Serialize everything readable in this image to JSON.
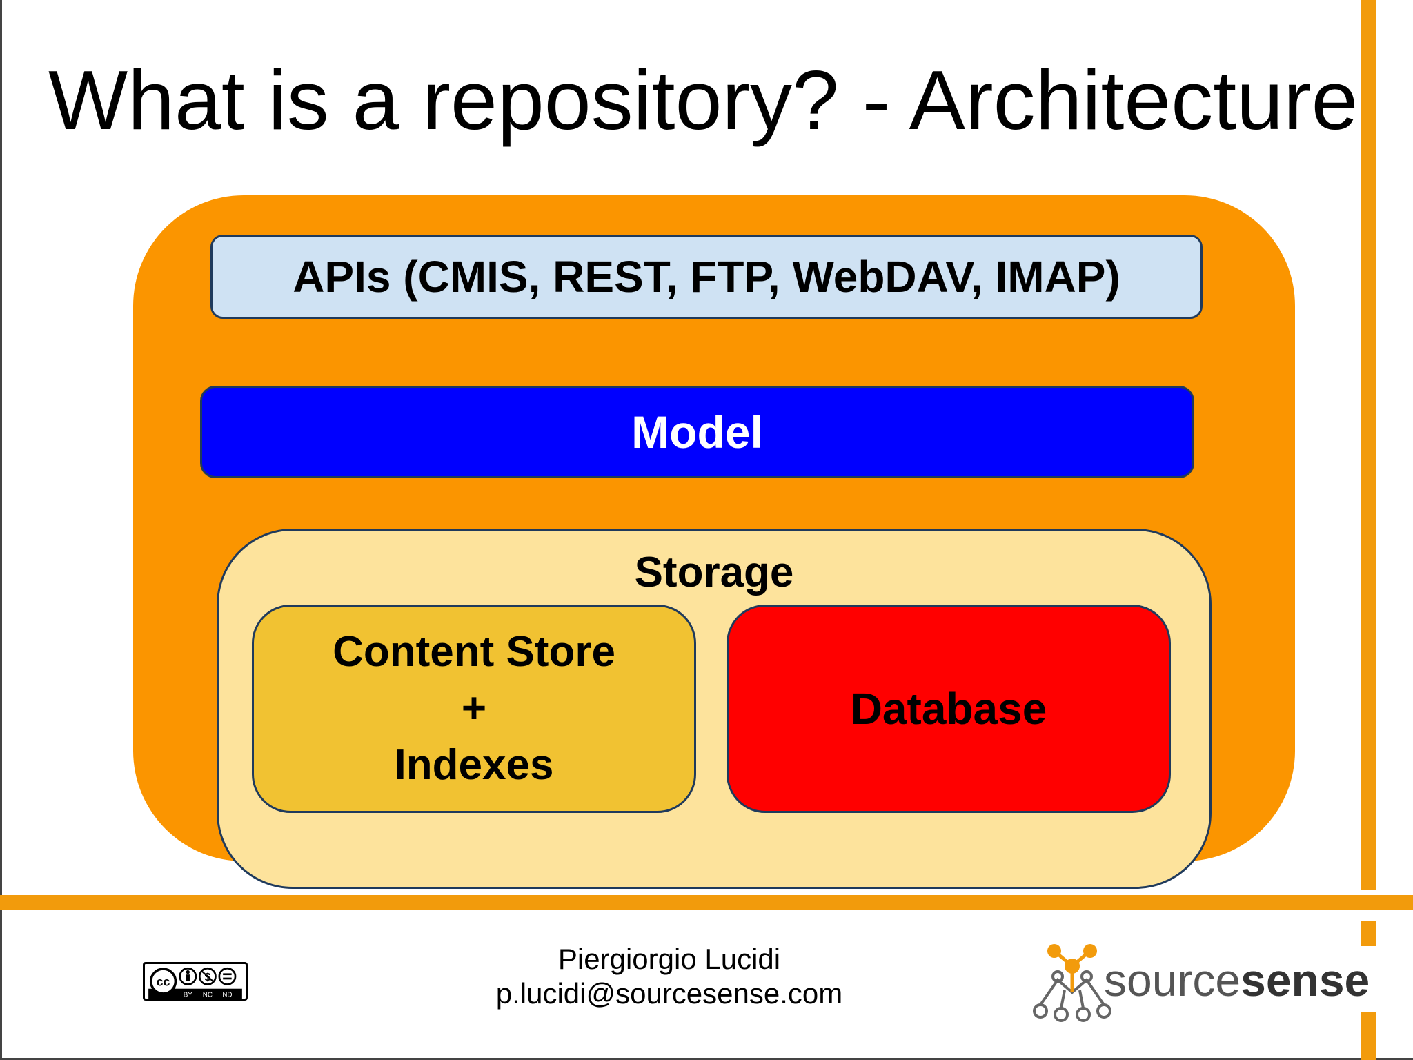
{
  "slide": {
    "title": "What is a repository? - Architecture"
  },
  "diagram": {
    "apis_label": "APIs (CMIS, REST, FTP, WebDAV, IMAP)",
    "model_label": "Model",
    "storage_label": "Storage",
    "content_store_lines": [
      "Content Store",
      "+",
      "Indexes"
    ],
    "database_label": "Database"
  },
  "footer": {
    "presenter_name": "Piergiorgio Lucidi",
    "presenter_email": "p.lucidi@sourcesense.com",
    "license_badge": "cc BY NC ND",
    "logo_text_light": "source",
    "logo_text_bold": "sense"
  },
  "colors": {
    "accent_orange": "#f29b0c",
    "container_orange": "#fb9500",
    "apis_blue": "#cfe2f3",
    "model_blue": "#0000ff",
    "storage_yellow": "#fde39c",
    "content_store_gold": "#f1c232",
    "database_red": "#ff0000"
  }
}
